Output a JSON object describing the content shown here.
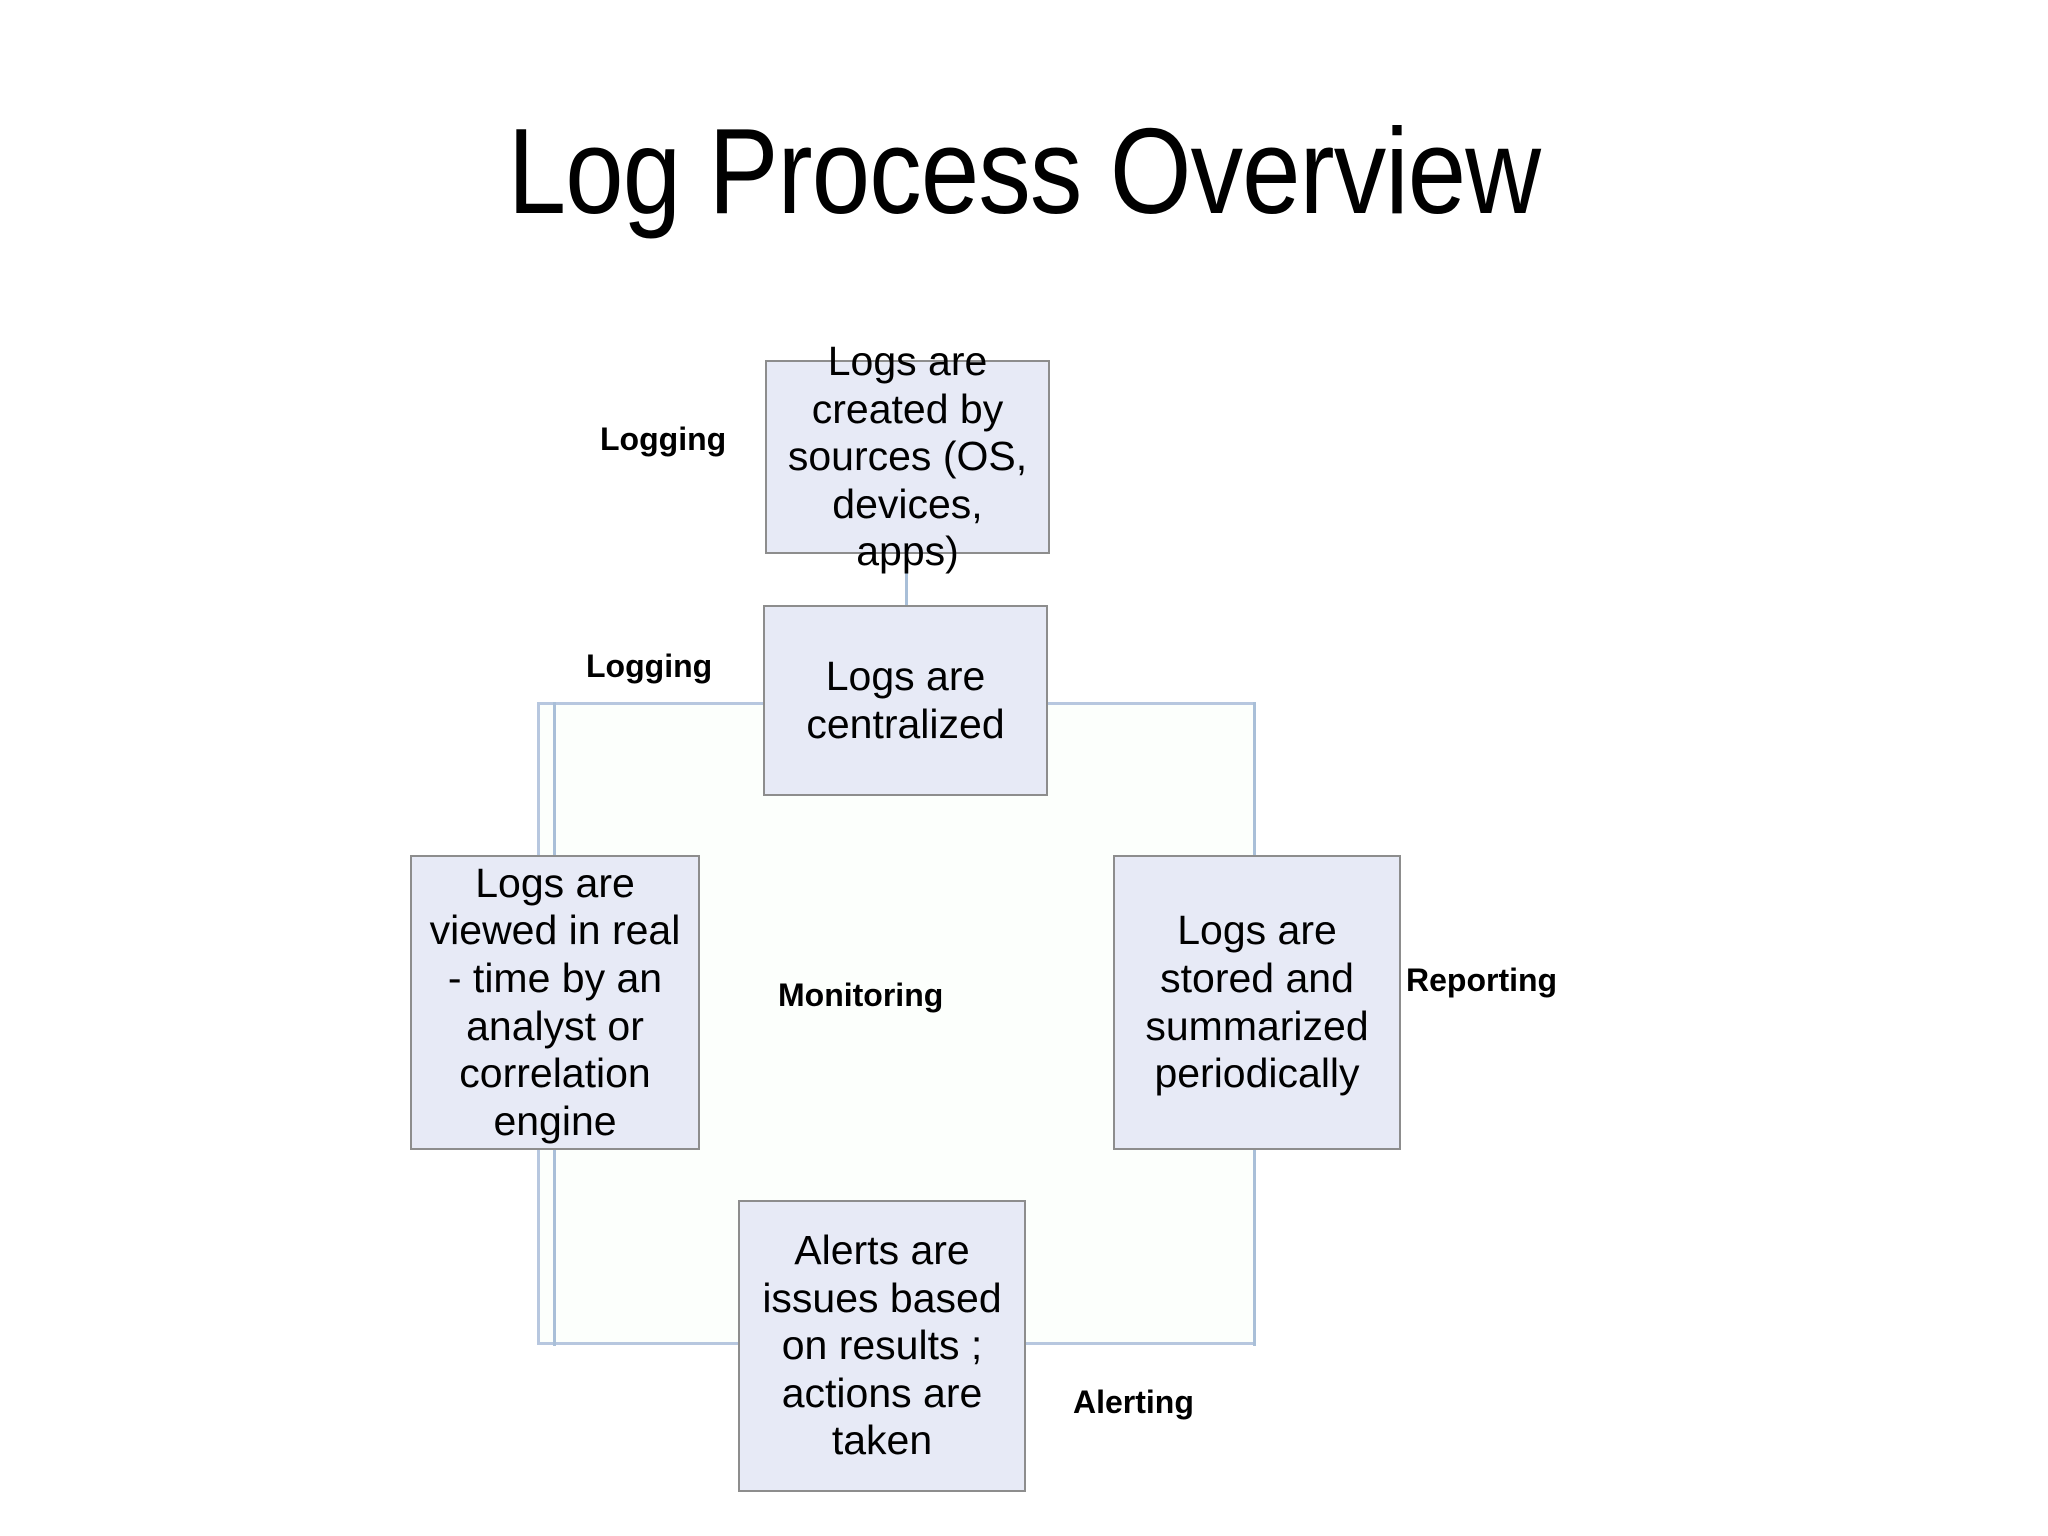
{
  "slide": {
    "title": "Log Process Overview",
    "background_color": "#FFFFFF"
  },
  "theme": {
    "box_fill": "#E7EAF6",
    "box_border": "#8D8D8D",
    "connector_border": "#B7C7DF",
    "connector_fill": "#FCFFFC",
    "text_color": "#000000"
  },
  "diagram": {
    "type": "cycle-flow",
    "boxes": [
      {
        "id": "sources",
        "position": "top",
        "text": "Logs are created by sources (OS, devices, apps)"
      },
      {
        "id": "centralized",
        "position": "upper-center",
        "text": "Logs are centralized"
      },
      {
        "id": "viewed",
        "position": "left",
        "text": "Logs are viewed in real - time by an analyst or correlation engine"
      },
      {
        "id": "stored",
        "position": "right",
        "text": "Logs are stored and summarized periodically"
      },
      {
        "id": "alerts",
        "position": "bottom",
        "text": "Alerts are issues based on results ; actions are taken"
      }
    ],
    "stage_labels": [
      {
        "id": "logging-1",
        "text": "Logging"
      },
      {
        "id": "logging-2",
        "text": "Logging"
      },
      {
        "id": "monitoring",
        "text": "Monitoring"
      },
      {
        "id": "reporting",
        "text": "Reporting"
      },
      {
        "id": "alerting",
        "text": "Alerting"
      }
    ]
  }
}
